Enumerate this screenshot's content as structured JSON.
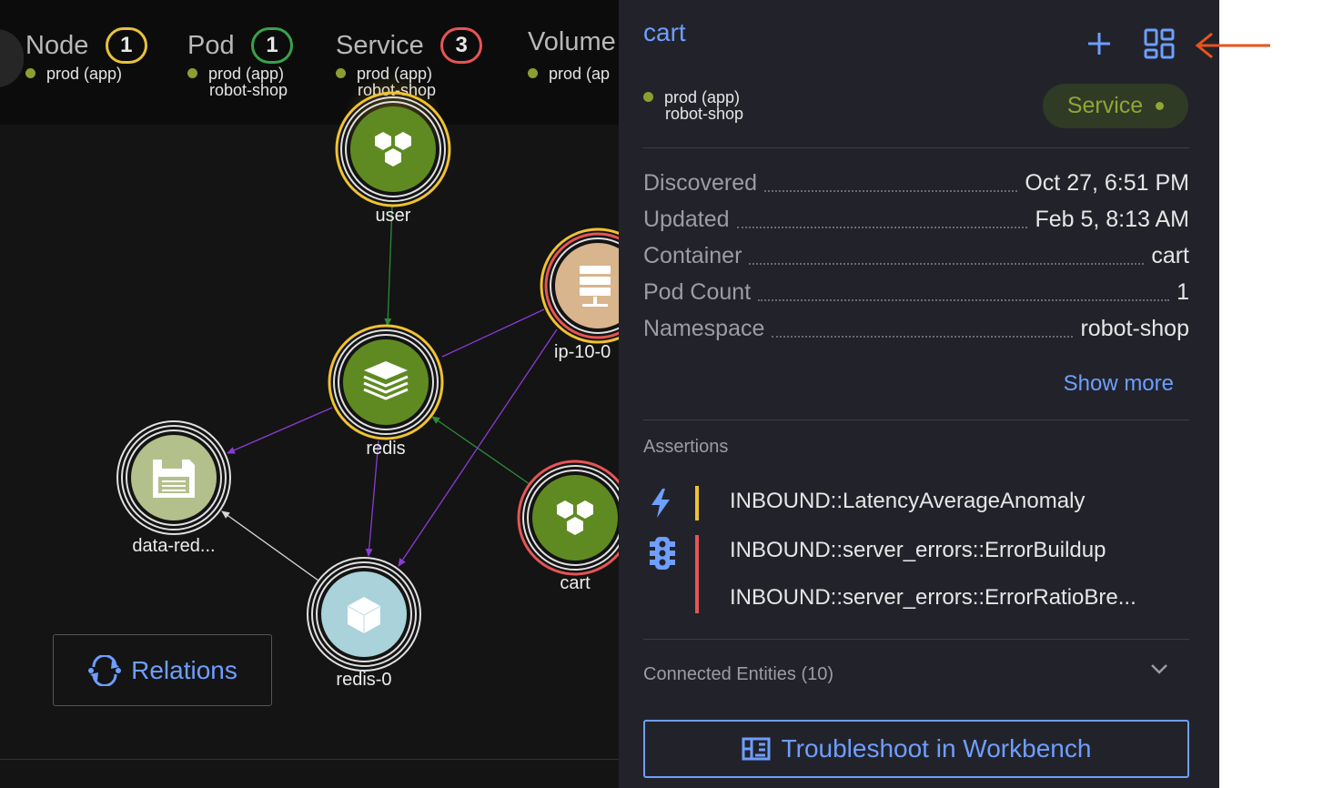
{
  "groups": [
    {
      "title": "Node",
      "count": "1",
      "ring": "#e9c23c",
      "sub": [
        "prod (app)"
      ]
    },
    {
      "title": "Pod",
      "count": "1",
      "ring": "#3aa14a",
      "sub": [
        "prod (app)",
        "robot-shop"
      ]
    },
    {
      "title": "Service",
      "count": "3",
      "ring": "#e85454",
      "sub": [
        "prod (app)",
        "robot-shop"
      ]
    },
    {
      "title": "Volume",
      "count": "",
      "ring": "",
      "sub": [
        "prod (ap"
      ]
    }
  ],
  "nodes": {
    "user": "user",
    "ip": "ip-10-0",
    "redis": "redis",
    "data": "data-red...",
    "cart": "cart",
    "redis0": "redis-0"
  },
  "relations_label": "Relations",
  "panel": {
    "title": "cart",
    "env": "prod (app)",
    "ns": "robot-shop",
    "badge": "Service",
    "props": [
      {
        "k": "Discovered",
        "v": "Oct 27, 6:51 PM"
      },
      {
        "k": "Updated",
        "v": "Feb 5, 8:13 AM"
      },
      {
        "k": "Container",
        "v": "cart"
      },
      {
        "k": "Pod Count",
        "v": "1"
      },
      {
        "k": "Namespace",
        "v": "robot-shop"
      }
    ],
    "show_more": "Show more",
    "assertions_title": "Assertions",
    "assertions": [
      "INBOUND::LatencyAverageAnomaly",
      "INBOUND::server_errors::ErrorBuildup",
      "INBOUND::server_errors::ErrorRatioBre..."
    ],
    "connected": "Connected Entities (10)",
    "troubleshoot": "Troubleshoot in Workbench"
  },
  "colors": {
    "accent": "#6e9eff",
    "warning": "#f0c230",
    "critical": "#e85454",
    "healthy": "#8fa636",
    "node_green": "#5f8a22",
    "annotation": "#e8531c"
  }
}
